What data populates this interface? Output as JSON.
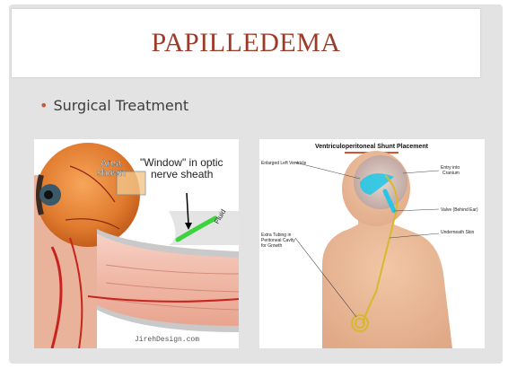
{
  "slide": {
    "title": "PAPILLEDEMA",
    "bullet": "Surgical Treatment"
  },
  "eye_figure": {
    "label_area": "Area\nshown",
    "label_window_line1": "\"Window\" in optic",
    "label_window_line2": "nerve sheath",
    "label_fluid": "Fluid",
    "watermark": "JirehDesign.com"
  },
  "shunt_figure": {
    "title": "Ventriculoperitoneal Shunt Placement",
    "label_enlarged": "Enlarged Left Ventricle",
    "label_entry": "Entry into\nCranium",
    "label_valve": "Valve (Behind Ear)",
    "label_underneath": "Underneath Skin",
    "label_tubing": "Extra Tubing in\nPeritoneal Cavity\nfor Growth"
  },
  "colors": {
    "title": "#9b3b2a",
    "bullet_dot": "#c4593c",
    "fluid": "#3cd43c",
    "ventricle": "#27c6e6",
    "shunt_tube": "#d7b92e"
  }
}
